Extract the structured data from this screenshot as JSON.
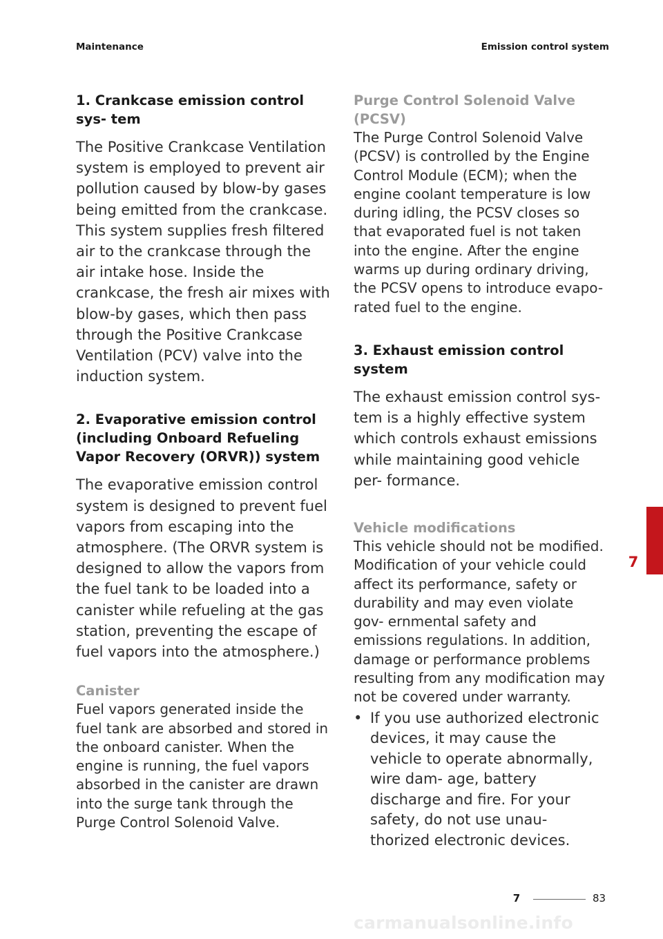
{
  "header": {
    "left": "Maintenance",
    "right": "Emission control system"
  },
  "left_column": {
    "section1_title": "1. Crankcase emission control sys- tem",
    "section1_body": "The Positive Crankcase Ventilation system is employed to prevent air pollution caused by blow-by gases being emitted from the crankcase. This system supplies fresh filtered air to the crankcase through the air intake hose. Inside the crankcase, the fresh air mixes with blow-by gases, which then pass through the Positive Crankcase Ventilation (PCV) valve into the induction system.",
    "section2_title": "2. Evaporative emission control (including Onboard Refueling Vapor Recovery (ORVR)) system",
    "section2_body": "The evaporative emission control system is designed to prevent fuel vapors from escaping into the atmosphere. (The ORVR system is designed to allow the vapors from the fuel tank to be loaded into a canister while refueling at the gas station, preventing the escape of fuel vapors into the atmosphere.)",
    "canister_title": "Canister",
    "canister_body": "Fuel vapors generated inside the fuel tank are absorbed and stored in the onboard canister. When the engine is running, the fuel vapors absorbed in the canister are drawn into the surge tank through the Purge Control Solenoid Valve."
  },
  "right_column": {
    "pcsv_title": "Purge Control Solenoid Valve (PCSV)",
    "pcsv_body": "The Purge Control Solenoid Valve (PCSV) is controlled by the Engine Control Module (ECM); when the engine coolant temperature is low during idling, the PCSV closes so that evaporated fuel is not taken into the engine. After the engine warms up during ordinary driving, the PCSV opens to introduce evapo- rated fuel to the engine.",
    "section3_title": "3. Exhaust emission control system",
    "section3_body": "The exhaust emission control sys- tem is a highly effective system which controls exhaust emissions while maintaining good vehicle per- formance.",
    "mods_title": "Vehicle modifications",
    "mods_body": "This vehicle should not be modified. Modification of your vehicle could affect its performance, safety or durability and may even violate gov- ernmental safety and emissions regulations. In addition, damage or performance problems resulting from any modification may not be covered under warranty.",
    "bullet_symbol": "•",
    "bullet_text": "If you use authorized electronic devices, it may cause the vehicle to operate abnormally, wire dam- age, battery discharge and fire. For your safety, do not use unau- thorized electronic devices."
  },
  "side_tab": {
    "number": "7",
    "color": "#c4161c"
  },
  "footer": {
    "chapter": "7",
    "page": "83"
  },
  "watermark": "carmanualsonline.info"
}
